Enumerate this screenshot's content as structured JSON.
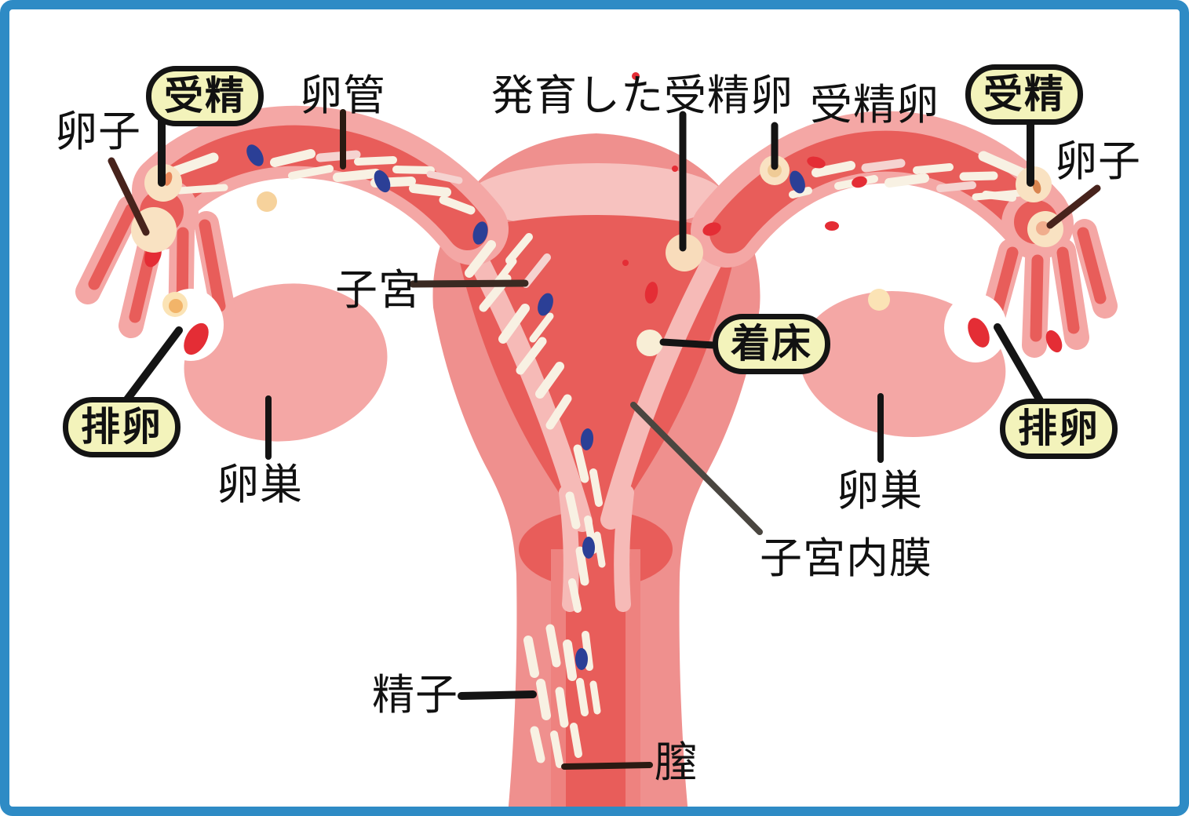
{
  "diagram": {
    "subject": "female-reproductive-system-fertilization-process",
    "labels": {
      "ovum_left": "卵子",
      "fertilization_left": "受精",
      "fallopian_tube": "卵管",
      "developed_zygote": "発育した受精卵",
      "zygote": "受精卵",
      "fertilization_right": "受精",
      "ovum_right": "卵子",
      "uterus": "子宮",
      "implantation": "着床",
      "ovulation_left": "排卵",
      "ovulation_right": "排卵",
      "ovary_left": "卵巣",
      "ovary_right": "卵巣",
      "endometrium": "子宮内膜",
      "sperm": "精子",
      "vagina": "膣"
    }
  },
  "colors": {
    "frame": "#2e8bc5",
    "badge_fill": "#f3f3bb",
    "badge_border": "#141414",
    "label_color": "#111111",
    "wall_pink": "#ef908e",
    "tube_pink": "#f4a7a5",
    "cavity_red": "#e85d5a",
    "lining_pink": "#f6bab7",
    "highlight_pink": "#f7c2bf",
    "vagina_mid": "#ee827f",
    "egg_cream": "#f9e2c2",
    "sperm_white": "#f8f1e3",
    "sperm_blue": "#2b3f96",
    "blood_red": "#e42d35"
  }
}
